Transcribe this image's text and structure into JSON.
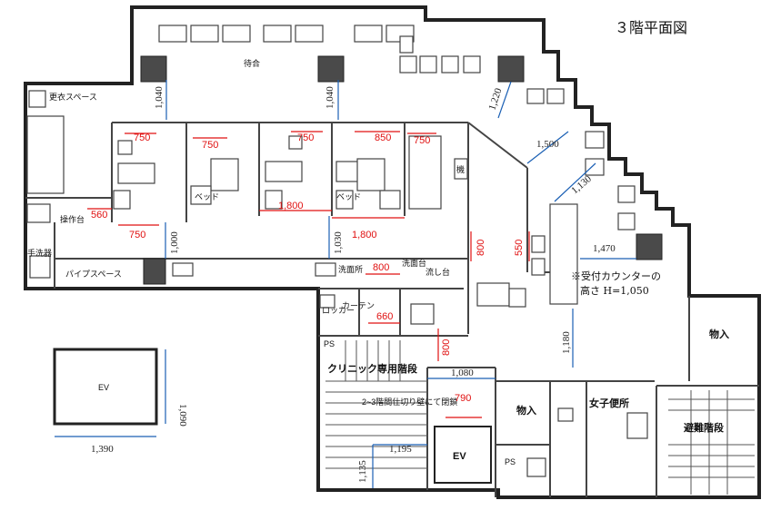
{
  "title": "３階平面図",
  "rooms": {
    "waiting": "待合",
    "changing": "更衣スペース",
    "operation": "操作台",
    "handwash": "手洗器",
    "pipe_space": "パイプスペース",
    "reception_machine": "機",
    "locker": "ロッカー",
    "curtain": "カーテン",
    "clinic_stairs": "クリニック専用階段",
    "stair_note": "2~3階間仕切り壁にて閉鎖",
    "storage_left": "物入",
    "storage_right": "物入",
    "womens_toilet": "女子便所",
    "evac_stairs": "避難階段",
    "ev_main": "EV",
    "ev_legend": "EV",
    "ps_1": "PS",
    "ps_2": "PS",
    "washroom_1": "洗面所",
    "washroom_2": "洗面台",
    "sink": "流し台",
    "counter_note_1": "※受付カウンターの",
    "counter_note_2": "高さ H=1,050",
    "bed_1": "ベッド",
    "bed_2": "ベッド"
  },
  "red_dims": [
    "750",
    "750",
    "750",
    "850",
    "750",
    "560",
    "750",
    "1,800",
    "1,800",
    "800",
    "550",
    "800",
    "660",
    "800",
    "790"
  ],
  "blue_dims": {
    "d1040a": "1,040",
    "d1040b": "1,040",
    "d1220": "1,220",
    "d1500": "1,500",
    "d1130": "1,130",
    "d1470": "1,470",
    "d1000": "1,000",
    "d1030": "1,030",
    "d1180": "1,180",
    "d1080": "1,080",
    "d1195": "1,195",
    "d1135": "1,135",
    "d1090": "1,090",
    "d1390": "1,390"
  },
  "colors": {
    "red_dim": "#e01010",
    "blue_dim": "#1a5fb4",
    "wall": "#222222"
  }
}
